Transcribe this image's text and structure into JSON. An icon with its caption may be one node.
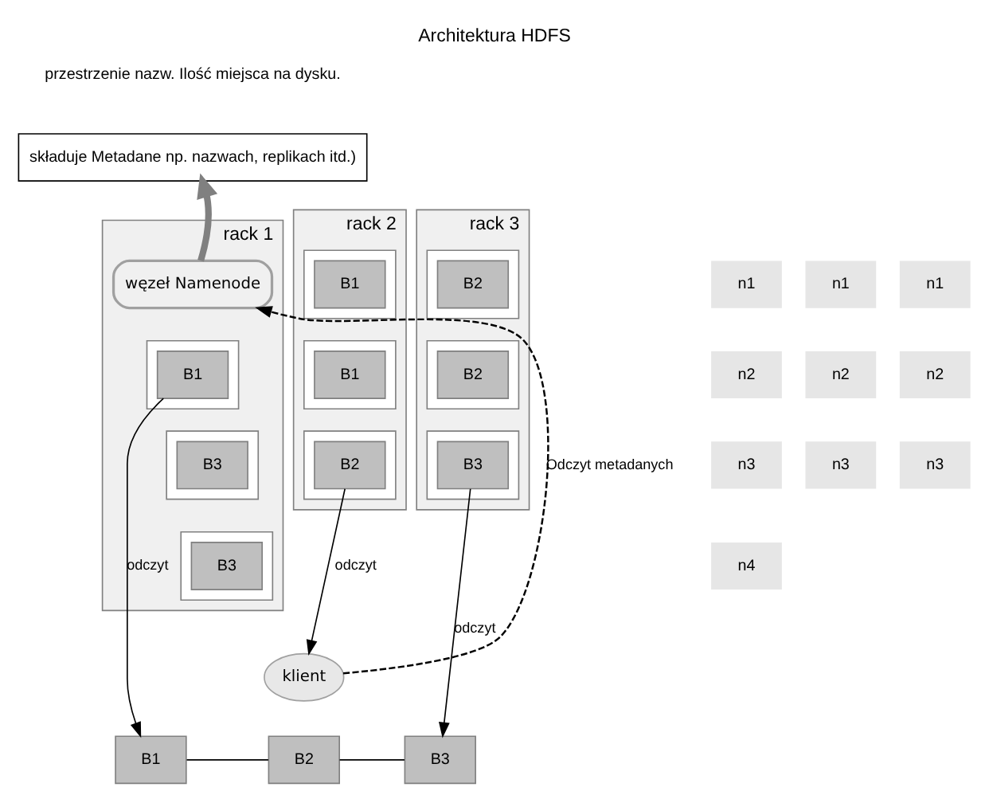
{
  "diagram": {
    "title": "Architektura HDFS",
    "nodes": [
      {
        "text": [
          "składuje Metadane np. nazwach, replikach itd.)"
        ]
      },
      {
        "text": [
          "rack 1"
        ]
      },
      {
        "text": [
          "węzeł Namenode"
        ],
        "in": 1
      },
      {
        "text": [],
        "shape": "box",
        "in": 1
      },
      {
        "text": [
          "B1"
        ],
        "in": 3
      },
      {
        "text": [],
        "shape": "box",
        "in": 1
      },
      {
        "text": [
          "B3"
        ],
        "in": 5
      },
      {
        "text": [],
        "shape": "box",
        "in": 1
      },
      {
        "text": [
          "B3"
        ],
        "in": 7
      },
      {
        "text": [
          "rack 2"
        ]
      },
      {
        "text": [],
        "shape": "box",
        "in": 9
      },
      {
        "text": [
          "B1"
        ],
        "in": 10
      },
      {
        "text": [],
        "shape": "box",
        "in": 9
      },
      {
        "text": [
          "B1"
        ],
        "in": 12
      },
      {
        "text": [],
        "shape": "box",
        "in": 9
      },
      {
        "text": [
          "B2"
        ],
        "in": 14
      },
      {
        "text": [
          "rack 3"
        ]
      },
      {
        "text": [],
        "shape": "box",
        "in": 16
      },
      {
        "text": [
          "B2"
        ],
        "in": 17
      },
      {
        "text": [],
        "shape": "box",
        "in": 16
      },
      {
        "text": [
          "B2"
        ],
        "in": 19
      },
      {
        "text": [],
        "shape": "box",
        "in": 16
      },
      {
        "text": [
          "B3"
        ],
        "in": 21
      },
      {
        "text": [
          "klient"
        ]
      },
      {
        "text": [
          "B1"
        ]
      },
      {
        "text": [
          "B2"
        ]
      },
      {
        "text": [
          "B3"
        ]
      }
    ],
    "edges": [
      {
        "from": 2,
        "to": 0,
        "arrow": "to",
        "style": "thick",
        "color": "#808080"
      },
      {
        "from": 23,
        "to": 2,
        "arrow": "to",
        "style": "dashed",
        "label": "Odczyt metadanych"
      },
      {
        "from": 4,
        "to": 24,
        "arrow": "to",
        "label": "odczyt"
      },
      {
        "from": 15,
        "to": 23,
        "arrow": "to",
        "label": "odczyt"
      },
      {
        "from": 22,
        "to": 26,
        "arrow": "to",
        "label": "odczyt"
      },
      {
        "from": 24,
        "to": 25,
        "arrow": "none"
      },
      {
        "from": 25,
        "to": 26,
        "arrow": "none"
      }
    ],
    "labels": [
      "przestrzenie nazw. Ilość miejsca na dysku.",
      "n1",
      "n2",
      "n3",
      "n4",
      "n1",
      "n2",
      "n3",
      "n1",
      "n2",
      "n3"
    ]
  }
}
